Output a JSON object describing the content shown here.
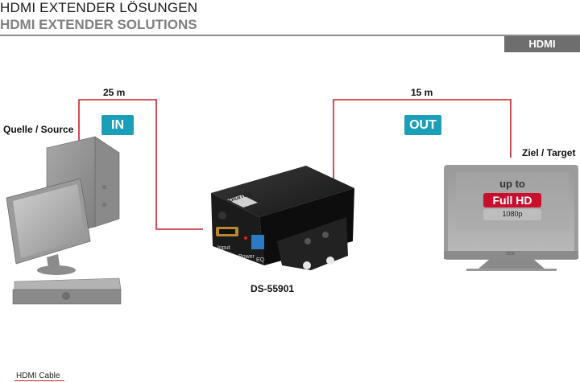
{
  "header": {
    "title_de": "HDMI EXTENDER LÖSUNGEN",
    "title_en": "HDMI EXTENDER SOLUTIONS",
    "tag": "HDMI"
  },
  "diagram": {
    "source_label": "Quelle / Source",
    "target_label": "Ziel / Target",
    "cable_in_length": "25 m",
    "cable_out_length": "15 m",
    "in_badge": "IN",
    "out_badge": "OUT",
    "device_model": "DS-55901",
    "device_brand": "DIGITUS",
    "device_port_input": "Input",
    "device_port_power": "Power",
    "device_port_eq": "EQ",
    "tv_line1": "up to",
    "tv_line2": "Full HD",
    "tv_line3": "1080p",
    "tv_brand": "ccc"
  },
  "legend": {
    "cable_label": "HDMI Cable"
  },
  "colors": {
    "cable": "#c8202c",
    "badge": "#1b9fb8",
    "header_tag": "#6e6e6e"
  }
}
